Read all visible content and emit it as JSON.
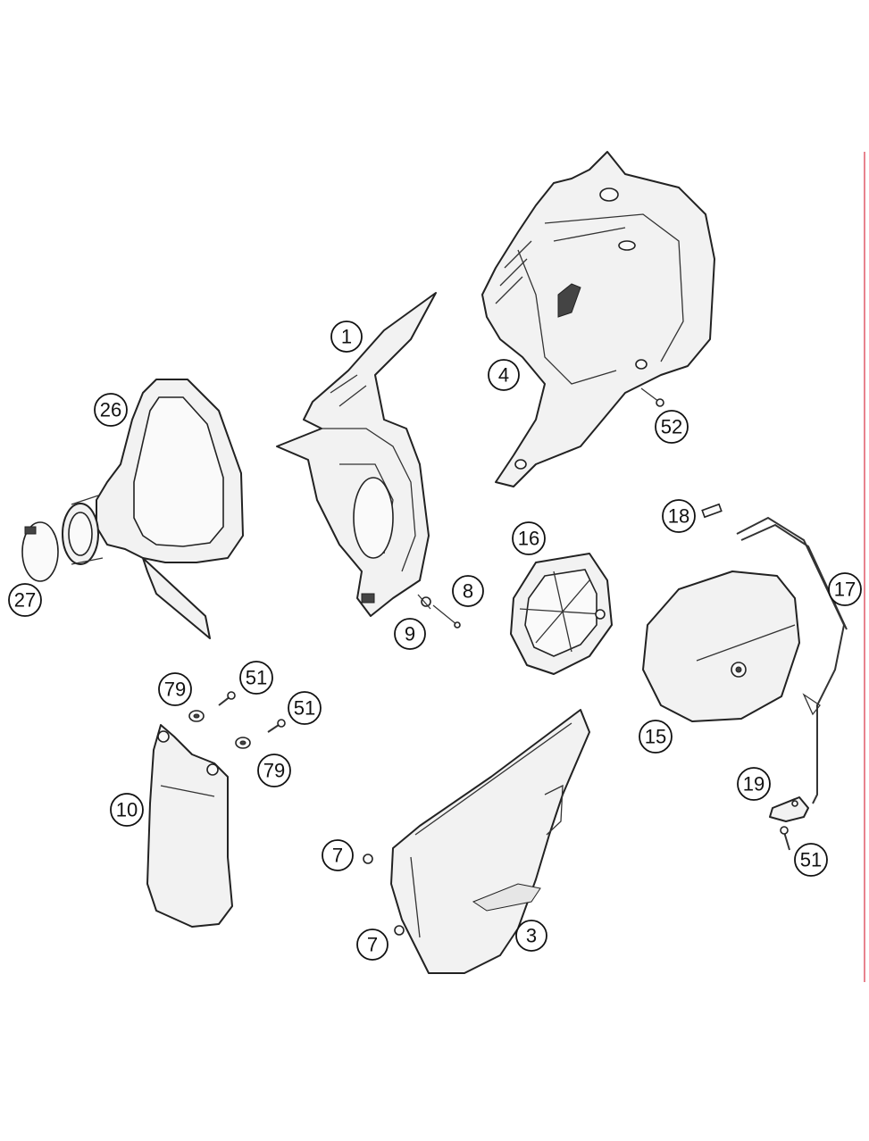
{
  "diagram": {
    "callouts": [
      {
        "id": "c1",
        "label": "1"
      },
      {
        "id": "c4",
        "label": "4"
      },
      {
        "id": "c52",
        "label": "52"
      },
      {
        "id": "c26",
        "label": "26"
      },
      {
        "id": "c27",
        "label": "27"
      },
      {
        "id": "c16",
        "label": "16"
      },
      {
        "id": "c8",
        "label": "8"
      },
      {
        "id": "c9",
        "label": "9"
      },
      {
        "id": "c18",
        "label": "18"
      },
      {
        "id": "c17",
        "label": "17"
      },
      {
        "id": "c15",
        "label": "15"
      },
      {
        "id": "c79a",
        "label": "79"
      },
      {
        "id": "c51a",
        "label": "51"
      },
      {
        "id": "c51b",
        "label": "51"
      },
      {
        "id": "c79b",
        "label": "79"
      },
      {
        "id": "c10",
        "label": "10"
      },
      {
        "id": "c19",
        "label": "19"
      },
      {
        "id": "c51c",
        "label": "51"
      },
      {
        "id": "c7a",
        "label": "7"
      },
      {
        "id": "c7b",
        "label": "7"
      },
      {
        "id": "c3",
        "label": "3"
      }
    ]
  }
}
